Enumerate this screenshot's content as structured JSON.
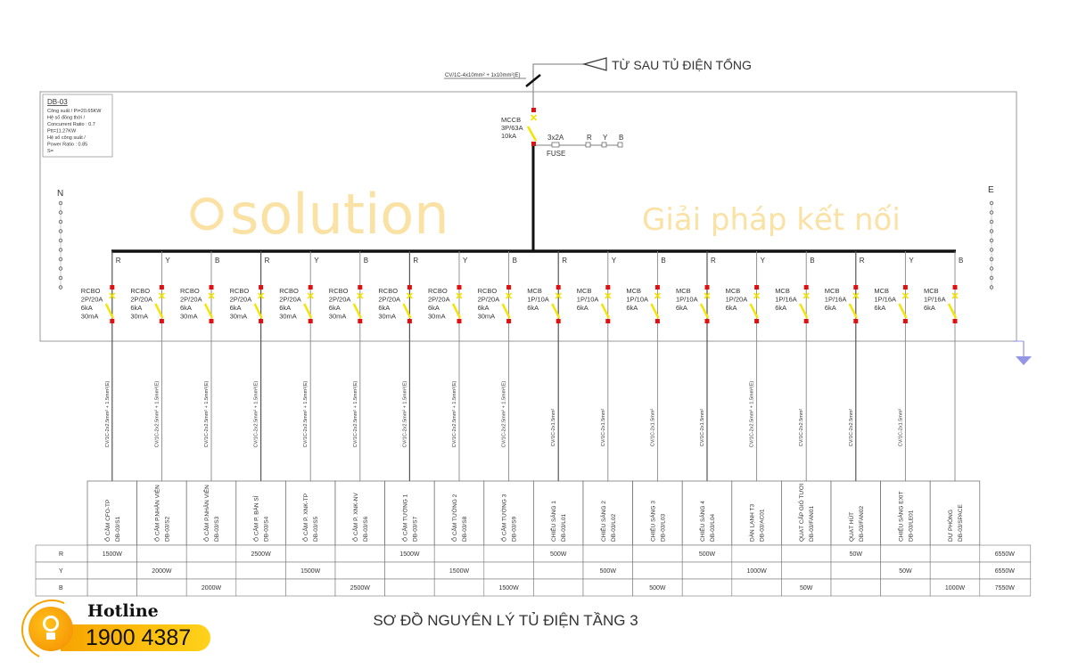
{
  "incoming": {
    "source_label": "TỪ SAU TỦ ĐIỆN TỔNG",
    "cable": "CV/1C-4x10mm² + 1x10mm²(E)"
  },
  "panel": {
    "name": "DB-03",
    "info": [
      "Công suất / Pi=20.65KW",
      "Hệ số đồng thời /",
      "Concurrent Ratio : 0.7",
      "Ptt=11.27KW",
      "Hệ số công suất /",
      "Power Ratio : 0.85",
      "S="
    ],
    "main_breaker": [
      "MCCB",
      "3P/63A",
      "10kA"
    ],
    "fuse": {
      "rating": "3x2A",
      "label": "FUSE",
      "phases": [
        "R",
        "Y",
        "B"
      ]
    },
    "neutral_label": "N",
    "earth_label": "E"
  },
  "circuits": [
    {
      "phase": "R",
      "breaker": [
        "RCBO",
        "2P/20A",
        "6kA",
        "30mA"
      ],
      "cable": "CV/1C-2x2.5mm² + 1.5mm²(E)",
      "load": "Ổ CẮM CFO-TP",
      "code": "DB-03/S1",
      "watts": "1500W"
    },
    {
      "phase": "Y",
      "breaker": [
        "RCBO",
        "2P/20A",
        "6kA",
        "30mA"
      ],
      "cable": "CV/1C-2x2.5mm² + 1.5mm²(E)",
      "load": "Ổ CẮM P.NHÂN VIÊN",
      "code": "DB-03/S2",
      "watts": "2000W"
    },
    {
      "phase": "B",
      "breaker": [
        "RCBO",
        "2P/20A",
        "6kA",
        "30mA"
      ],
      "cable": "CV/1C-2x2.5mm² + 1.5mm²(E)",
      "load": "Ổ CẮM P.NHÂN VIÊN",
      "code": "DB-03/S3",
      "watts": "2000W"
    },
    {
      "phase": "R",
      "breaker": [
        "RCBO",
        "2P/20A",
        "6kA",
        "30mA"
      ],
      "cable": "CV/1C-2x2.5mm² + 1.5mm²(E)",
      "load": "Ổ CẮM P. BÁN SỈ",
      "code": "DB-03/S4",
      "watts": "2500W"
    },
    {
      "phase": "Y",
      "breaker": [
        "RCBO",
        "2P/20A",
        "6kA",
        "30mA"
      ],
      "cable": "CV/1C-2x2.5mm² + 1.5mm²(E)",
      "load": "Ổ CẮM P. XNK-TP",
      "code": "DB-03/S5",
      "watts": "1500W"
    },
    {
      "phase": "B",
      "breaker": [
        "RCBO",
        "2P/20A",
        "6kA",
        "30mA"
      ],
      "cable": "CV/1C-2x2.5mm² + 1.5mm²(E)",
      "load": "Ổ CẮM P. XNK-NV",
      "code": "DB-03/S6",
      "watts": "2500W"
    },
    {
      "phase": "R",
      "breaker": [
        "RCBO",
        "2P/20A",
        "6kA",
        "30mA"
      ],
      "cable": "CV/1C-2x2.5mm² + 1.5mm²(E)",
      "load": "Ổ CẮM TƯỜNG 1",
      "code": "DB-03/S7",
      "watts": "1500W"
    },
    {
      "phase": "Y",
      "breaker": [
        "RCBO",
        "2P/20A",
        "6kA",
        "30mA"
      ],
      "cable": "CV/1C-2x2.5mm² + 1.5mm²(E)",
      "load": "Ổ CẮM TƯỜNG 2",
      "code": "DB-03/S8",
      "watts": "1500W"
    },
    {
      "phase": "B",
      "breaker": [
        "RCBO",
        "2P/20A",
        "6kA",
        "30mA"
      ],
      "cable": "CV/1C-2x2.5mm² + 1.5mm²(E)",
      "load": "Ổ CẮM TƯỜNG 3",
      "code": "DB-03/S9",
      "watts": "1500W"
    },
    {
      "phase": "R",
      "breaker": [
        "MCB",
        "1P/10A",
        "6kA"
      ],
      "cable": "CV/1C-2x1.5mm²",
      "load": "CHIẾU SÁNG 1",
      "code": "DB-03/L01",
      "watts": "500W"
    },
    {
      "phase": "Y",
      "breaker": [
        "MCB",
        "1P/10A",
        "6kA"
      ],
      "cable": "CV/1C-2x1.5mm²",
      "load": "CHIẾU SÁNG 2",
      "code": "DB-03/L02",
      "watts": "500W"
    },
    {
      "phase": "B",
      "breaker": [
        "MCB",
        "1P/10A",
        "6kA"
      ],
      "cable": "CV/1C-2x1.5mm²",
      "load": "CHIẾU SÁNG 3",
      "code": "DB-03/L03",
      "watts": "500W"
    },
    {
      "phase": "R",
      "breaker": [
        "MCB",
        "1P/10A",
        "6kA"
      ],
      "cable": "CV/1C-2x1.5mm²",
      "load": "CHIẾU SÁNG 4",
      "code": "DB-03/L04",
      "watts": "500W"
    },
    {
      "phase": "Y",
      "breaker": [
        "MCB",
        "1P/20A",
        "6kA"
      ],
      "cable": "CV/1C-2x2.5mm² + 1.5mm²(E)",
      "load": "DÀN LẠNH T3",
      "code": "DB-03/AC01",
      "watts": "1000W"
    },
    {
      "phase": "B",
      "breaker": [
        "MCB",
        "1P/16A",
        "6kA"
      ],
      "cable": "CV/1C-2x2.5mm²",
      "load": "QUẠT CẤP GIÓ TƯƠI",
      "code": "DB-03/FAN01",
      "watts": "50W"
    },
    {
      "phase": "R",
      "breaker": [
        "MCB",
        "1P/16A",
        "6kA"
      ],
      "cable": "CV/1C-2x2.5mm²",
      "load": "QUẠT HÚT",
      "code": "DB-03/FAN02",
      "watts": "50W"
    },
    {
      "phase": "Y",
      "breaker": [
        "MCB",
        "1P/16A",
        "6kA"
      ],
      "cable": "CV/1C-2x1.5mm²",
      "load": "CHIẾU SÁNG EXIT",
      "code": "DB-03/LE01",
      "watts": "50W"
    },
    {
      "phase": "B",
      "breaker": [
        "MCB",
        "1P/16A",
        "6kA"
      ],
      "cable": "",
      "load": "DỰ PHÒNG",
      "code": "DB-03/SPACE",
      "watts": "1000W"
    }
  ],
  "phase_totals": {
    "R": "6550W",
    "Y": "6550W",
    "B": "7550W"
  },
  "phases": [
    "R",
    "Y",
    "B"
  ],
  "title": "SƠ ĐỒ NGUYÊN LÝ TỦ ĐIỆN TẦNG 3",
  "watermark": {
    "brand": "solution",
    "tagline": "Giải pháp kết nối"
  },
  "hotline": {
    "label": "Hotline",
    "number": "1900 4387"
  },
  "colors": {
    "terminal_red": "#e01010",
    "breaker_yellow": "#f5e400",
    "watermark": "#f7c95a",
    "ground": "#7a7ae0",
    "hotline_orange": "#f7a400"
  }
}
